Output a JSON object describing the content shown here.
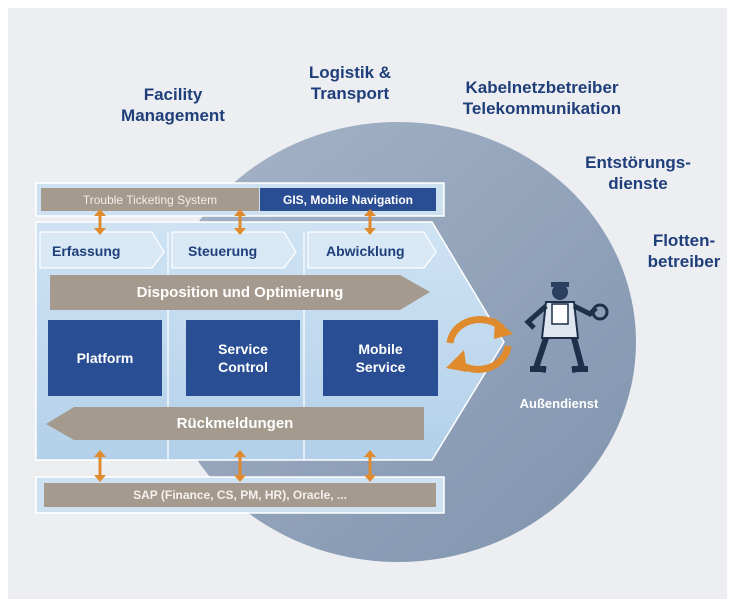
{
  "sectors": {
    "facility": "Facility\nManagement",
    "logistik": "Logistik &\nTransport",
    "kabelnetz": "Kabelnetzbetreiber\nTelekommunikation",
    "entstoerung": "Entstörungs-\ndienste",
    "flotten": "Flotten-\nbetreiber"
  },
  "top_systems": {
    "trouble_ticketing": "Trouble Ticketing System",
    "gis": "GIS, Mobile Navigation"
  },
  "phases": [
    "Erfassung",
    "Steuerung",
    "Abwicklung"
  ],
  "disposition": "Disposition und Optimierung",
  "modules": {
    "platform": "Platform",
    "service_control": "Service\nControl",
    "mobile_service": "Mobile\nService"
  },
  "rueckmeldungen": "Rückmeldungen",
  "backend": "SAP (Finance, CS, PM, HR), Oracle, ...",
  "field_service": "Außendienst",
  "colors": {
    "ellipse": "#8d9fb8",
    "panel": "#bcd7ed",
    "module": "#2a4e94",
    "grey_bar": "#a49a8d",
    "arrow": "#e08a2e",
    "text": "#1f3f7a"
  }
}
